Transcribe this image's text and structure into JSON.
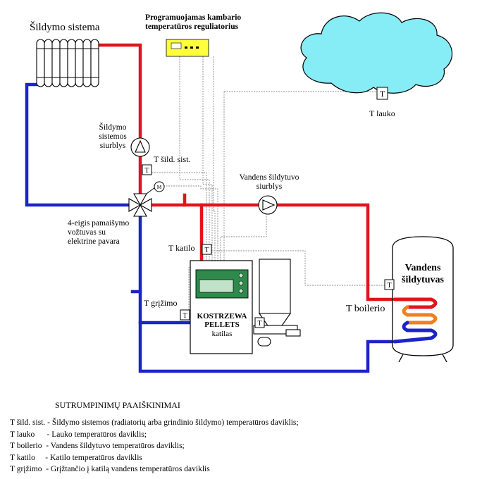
{
  "labels": {
    "heating_system": "Šildymo sistema",
    "thermostat_line1": "Programuojamas kambario",
    "thermostat_line2": "temperatūros reguliatorius",
    "t_outdoor": "T lauko",
    "pump_heating_line1": "Šildymo",
    "pump_heating_line2": "sistemos",
    "pump_heating_line3": "siurblys",
    "t_heating": "T šild. sist.",
    "pump_water_line1": "Vandens šildytuvo",
    "pump_water_line2": "siurblys",
    "valve_line1": "4-eigis pamaišymo",
    "valve_line2": "vožtuvas su",
    "valve_line3": "elektrine pavara",
    "t_boiler": "T katilo",
    "t_return": "T grįžimo",
    "boiler_line1": "KOSTRZEWA",
    "boiler_line2": "PELLETS",
    "boiler_line3": "katilas",
    "heater_line1": "Vandens",
    "heater_line2": "šildytuvas",
    "t_dhw": "T boilerio",
    "sensor_letter": "T",
    "motor_letter": "M"
  },
  "legend": {
    "title": "SUTRUMPINIMŲ PAAIŠKINIMAI",
    "rows": [
      "T šild. sist. - Šildymo sistemos (radiatorių arba grindinio šildymo) temperatūros daviklis;",
      "T lauko      - Lauko temperatūros daviklis;",
      "T boilerio  - Vandens šildytuvo temperatūros daviklis;",
      "T katilo     - Katilo temperatūros daviklis",
      "T grįžimo  - Grįžtančio į katilą vandens temperatūros daviklis"
    ]
  },
  "colors": {
    "supply": "#e0141c",
    "return": "#1c24c8",
    "cloud": "#86ecf5",
    "controller": "#2e8a4a",
    "thermostat": "#ffff3c",
    "control_wire": "#777777"
  },
  "icons": {
    "radiator": "radiator-icon",
    "pump": "pump-icon",
    "valve": "four-way-valve-icon",
    "motor": "motor-icon",
    "sensor": "temperature-sensor-icon",
    "cloud": "cloud-icon",
    "boiler": "boiler-icon",
    "hopper": "pellet-hopper-icon",
    "water_heater": "water-heater-icon",
    "thermostat": "thermostat-icon"
  }
}
